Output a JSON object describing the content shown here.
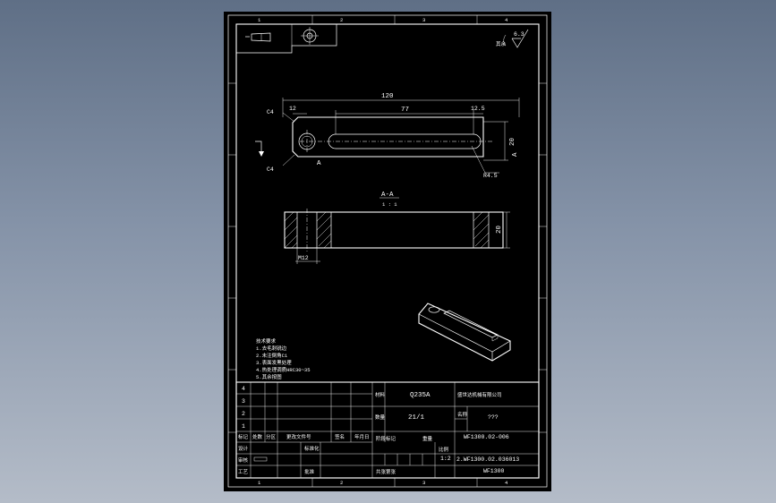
{
  "viewport": {
    "background_top": "#5f6f86",
    "background_bottom": "#b4bcc8"
  },
  "sheet": {
    "background": "#000000",
    "line_color": "#ffffff"
  },
  "border": {
    "top_zones": [
      "1",
      "2",
      "3",
      "4"
    ],
    "bottom_zones": [
      "1",
      "2",
      "3",
      "4"
    ]
  },
  "top_symbols": {
    "taper_icon": "taper-symbol-icon",
    "projection_icon": "first-angle-projection-icon"
  },
  "roughness": {
    "label": "其余",
    "value": "6.3"
  },
  "plan_view": {
    "overall_length": "120",
    "slot_length": "77",
    "hole_offset": "12",
    "slot_end_offset": "12.5",
    "height": "20",
    "chamfer_top": "C4",
    "chamfer_bottom": "C4",
    "radius": "R4.5",
    "section_mark": "A"
  },
  "section_view": {
    "title": "A-A",
    "scale": "1 : 1",
    "height": "20",
    "hole_dia": "M12"
  },
  "notes": [
    "技术要求",
    "1.去毛刺锐边",
    "2.未注倒角C1",
    "3.表面发黑处理",
    "4.热处理调质HRC30~35",
    "5.其余按图"
  ],
  "title_block": {
    "revision_rows": [
      "4",
      "3",
      "2",
      "1"
    ],
    "header_labels": [
      "标记",
      "处数",
      "分区",
      "更改文件号",
      "签名",
      "年月日"
    ],
    "role_labels": [
      "设计",
      "审核",
      "工艺"
    ],
    "mid_labels": [
      "标准化",
      "批准"
    ],
    "stage_labels": [
      "阶段标记",
      "重量",
      "比例"
    ],
    "sheet_labels": [
      "共张第张"
    ],
    "material_label": "材料",
    "material": "Q235A",
    "company": "盛世达机械有限公司",
    "quantity_label": "数量",
    "quantity": "21/1",
    "doc_label": "名称",
    "doc_value": "???",
    "part_number": "WF1300.02-006",
    "file_name": "2.WF1300.02.036013",
    "scale": "1:2",
    "assembly": "WF1300"
  }
}
